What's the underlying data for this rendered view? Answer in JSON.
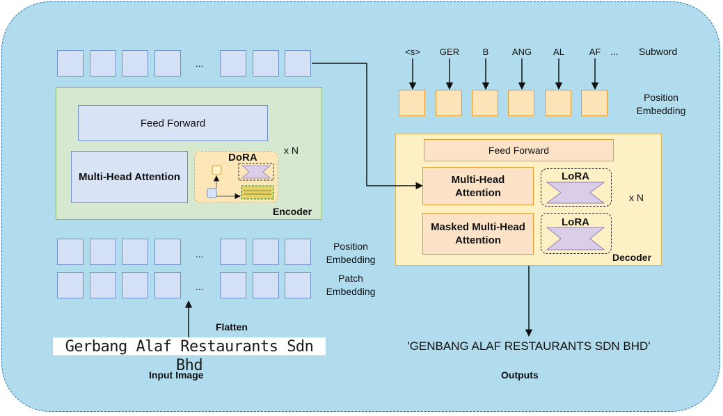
{
  "diagram": {
    "encoder": {
      "title": "Encoder",
      "feed_forward": "Feed Forward",
      "multi_head_attention": "Multi-Head Attention",
      "adapter": "DoRA",
      "repeat": "x N",
      "ellipsis": "..."
    },
    "decoder": {
      "title": "Decoder",
      "feed_forward": "Feed Forward",
      "multi_head_attention": "Multi-Head Attention",
      "masked_multi_head_attention": "Masked Multi-Head Attention",
      "adapter_top": "LoRA",
      "adapter_bottom": "LoRA",
      "repeat": "x N"
    },
    "subwords": [
      "<s>",
      "GER",
      "B",
      "ANG",
      "AL",
      "AF"
    ],
    "subword_ellipsis": "...",
    "labels": {
      "subword": "Subword",
      "dec_position_embedding": [
        "Position",
        "Embedding"
      ],
      "enc_position_embedding": [
        "Position",
        "Embedding"
      ],
      "patch_embedding": [
        "Patch",
        "Embedding"
      ],
      "flatten": "Flatten",
      "input_image": "Input Image",
      "outputs": "Outputs"
    },
    "input_image_text": "Gerbang Alaf Restaurants Sdn Bhd",
    "output_text": "'GENBANG ALAF RESTAURANTS SDN BHD'",
    "row_ellipsis": "..."
  }
}
